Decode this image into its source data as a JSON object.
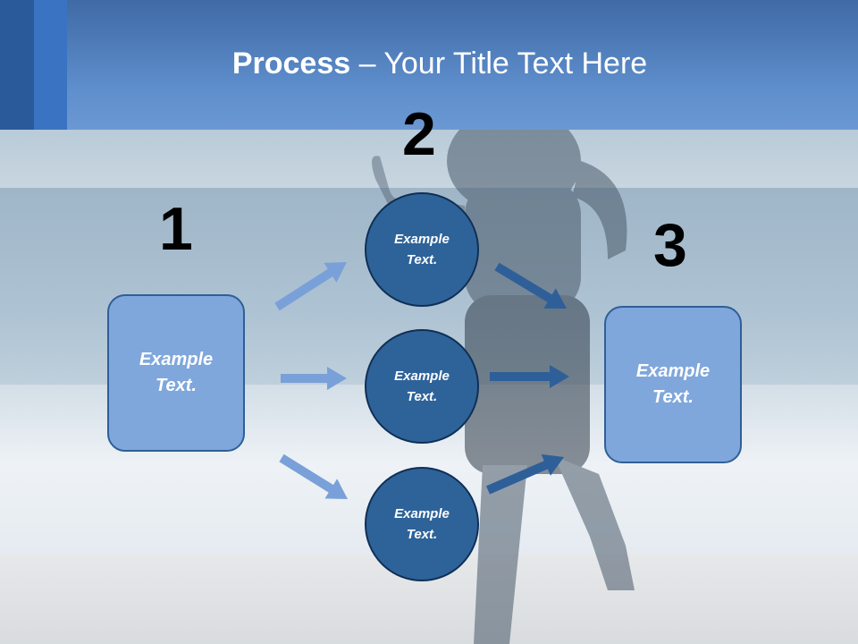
{
  "slide": {
    "title_bold": "Process",
    "title_rest": " – Your Title Text Here"
  },
  "steps": {
    "one": {
      "number": "1",
      "text": "Example\nText."
    },
    "two": {
      "number": "2",
      "items": [
        {
          "text": "Example\nText."
        },
        {
          "text": "Example\nText."
        },
        {
          "text": "Example\nText."
        }
      ]
    },
    "three": {
      "number": "3",
      "text": "Example\nText."
    }
  },
  "colors": {
    "header": "#5f8fcd",
    "box_fill": "#7fa7dc",
    "circle_fill": "#2e6399",
    "arrow_light": "#79a0d8",
    "arrow_dark": "#2e5f98"
  }
}
